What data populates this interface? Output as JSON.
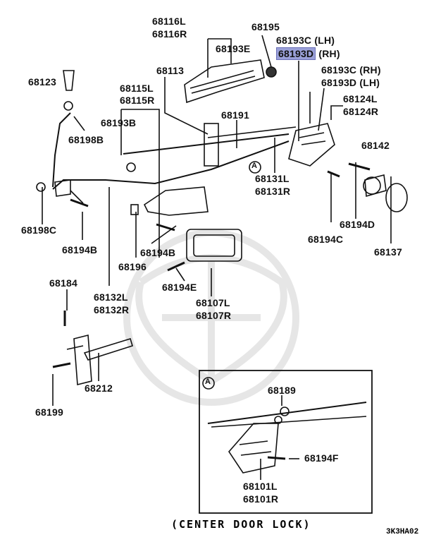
{
  "labels": {
    "p68116": [
      "68116L",
      "68116R"
    ],
    "p68195": "68195",
    "p68193C_LH": "68193C (LH)",
    "p68193D": "68193D",
    "p68193D_RH_suffix": "(RH)",
    "p68193E": "68193E",
    "p68193C_RH": "68193C (RH)",
    "p68193D_LH": "68193D (LH)",
    "p68123": "68123",
    "p68113": "68113",
    "p68115": [
      "68115L",
      "68115R"
    ],
    "p68124": [
      "68124L",
      "68124R"
    ],
    "p68193B": "68193B",
    "p68191": "68191",
    "p68198B": "68198B",
    "p68142": "68142",
    "circleA": "A",
    "p68131": [
      "68131L",
      "68131R"
    ],
    "p68198C": "68198C",
    "p68194D": "68194D",
    "p68194B_left": "68194B",
    "p68194C": "68194C",
    "p68137": "68137",
    "p68194B_mid": "68194B",
    "p68196": "68196",
    "p68194E": "68194E",
    "p68184": "68184",
    "p68132": [
      "68132L",
      "68132R"
    ],
    "p68107": [
      "68107L",
      "68107R"
    ],
    "p68212": "68212",
    "p68199": "68199",
    "p68189": "68189",
    "p68194F": "68194F",
    "p68101": [
      "68101L",
      "68101R"
    ]
  },
  "caption": "(CENTER DOOR LOCK)",
  "figure_code": "3K3HA02",
  "colors": {
    "highlight": "#9aa0d8",
    "line": "#111111",
    "watermark": "#e6e6e6"
  }
}
